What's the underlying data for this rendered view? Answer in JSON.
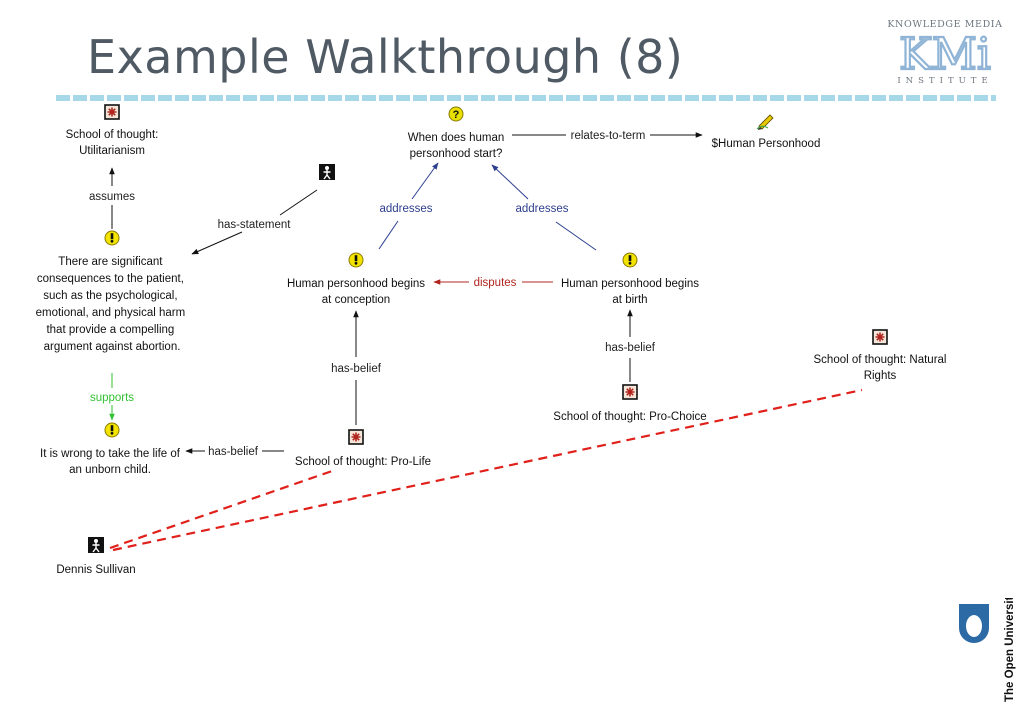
{
  "title": "Example Walkthrough (8)",
  "logos": {
    "kmi": {
      "top_text": "KNOWLEDGE MEDIA",
      "mark": "KMi",
      "bottom_text": "INSTITUTE",
      "color": "#8fb4d6"
    },
    "open_university": {
      "text": "The Open University",
      "color": "#2c6aa6"
    }
  },
  "colors": {
    "rule": "#a6d8ea",
    "blue_link": "#2d3f8f",
    "red_link": "#b0261f",
    "green_link": "#33c233",
    "question_icon": "#e8e000",
    "issue_icon": "#f2e400",
    "red_dashed": "#e0201a"
  },
  "diagram": {
    "nodes": {
      "question": {
        "icon": "question-icon",
        "lines": [
          "When does human",
          "personhood start?"
        ]
      },
      "term": {
        "icon": "pencil-icon",
        "lines": [
          "$Human Personhood"
        ]
      },
      "utilitarianism": {
        "icon": "school-of-thought-icon",
        "lines": [
          "School of thought:",
          "Utilitarianism"
        ]
      },
      "person_top": {
        "icon": "person-icon",
        "lines": []
      },
      "consequences": {
        "icon": "exclamation-icon",
        "lines": [
          "There are significant",
          "consequences to the patient,",
          "such as the psychological,",
          "emotional, and physical harm",
          "that provide a compelling",
          "argument against abortion."
        ]
      },
      "conception": {
        "icon": "exclamation-icon",
        "lines": [
          "Human personhood begins",
          "at conception"
        ]
      },
      "birth": {
        "icon": "exclamation-icon",
        "lines": [
          "Human personhood begins",
          "at birth"
        ]
      },
      "wrong": {
        "icon": "exclamation-icon",
        "lines": [
          "It is wrong to take the life of",
          "an unborn child."
        ]
      },
      "prolife": {
        "icon": "school-of-thought-icon",
        "lines": [
          "School of thought: Pro-Life"
        ]
      },
      "prochoice": {
        "icon": "school-of-thought-icon",
        "lines": [
          "School of thought: Pro-Choice"
        ]
      },
      "natural_rights": {
        "icon": "school-of-thought-icon",
        "lines": [
          "School of thought: Natural",
          "Rights"
        ]
      },
      "dennis": {
        "icon": "person-icon",
        "lines": [
          "Dennis Sullivan"
        ]
      }
    },
    "edges": {
      "relates_to_term": "relates-to-term",
      "addresses_left": "addresses",
      "addresses_right": "addresses",
      "disputes": "disputes",
      "assumes": "assumes",
      "has_statement": "has-statement",
      "supports": "supports",
      "has_belief_prolife": "has-belief",
      "has_belief_prochoice": "has-belief",
      "has_belief_wrong": "has-belief"
    }
  }
}
